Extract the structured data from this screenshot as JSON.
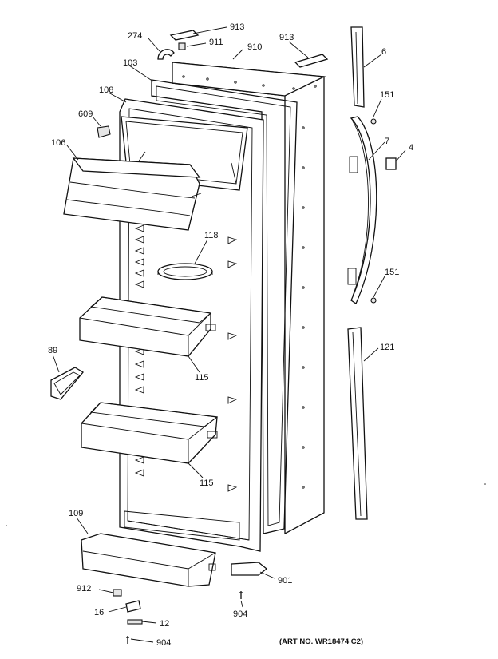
{
  "diagram": {
    "art_number": "(ART NO. WR18474 C2)",
    "callouts": [
      {
        "id": "c913a",
        "label": "913"
      },
      {
        "id": "c274",
        "label": "274"
      },
      {
        "id": "c911",
        "label": "911"
      },
      {
        "id": "c910",
        "label": "910"
      },
      {
        "id": "c913b",
        "label": "913"
      },
      {
        "id": "c6",
        "label": "6"
      },
      {
        "id": "c103",
        "label": "103"
      },
      {
        "id": "c108",
        "label": "108"
      },
      {
        "id": "c151a",
        "label": "151"
      },
      {
        "id": "c609",
        "label": "609"
      },
      {
        "id": "c7",
        "label": "7"
      },
      {
        "id": "c4",
        "label": "4"
      },
      {
        "id": "c106",
        "label": "106"
      },
      {
        "id": "c118",
        "label": "118"
      },
      {
        "id": "c151b",
        "label": "151"
      },
      {
        "id": "c121",
        "label": "121"
      },
      {
        "id": "c89",
        "label": "89"
      },
      {
        "id": "c115a",
        "label": "115"
      },
      {
        "id": "c115b",
        "label": "115"
      },
      {
        "id": "c109",
        "label": "109"
      },
      {
        "id": "c901",
        "label": "901"
      },
      {
        "id": "c912",
        "label": "912"
      },
      {
        "id": "c16",
        "label": "16"
      },
      {
        "id": "c12",
        "label": "12"
      },
      {
        "id": "c904a",
        "label": "904"
      },
      {
        "id": "c904b",
        "label": "904"
      }
    ]
  }
}
